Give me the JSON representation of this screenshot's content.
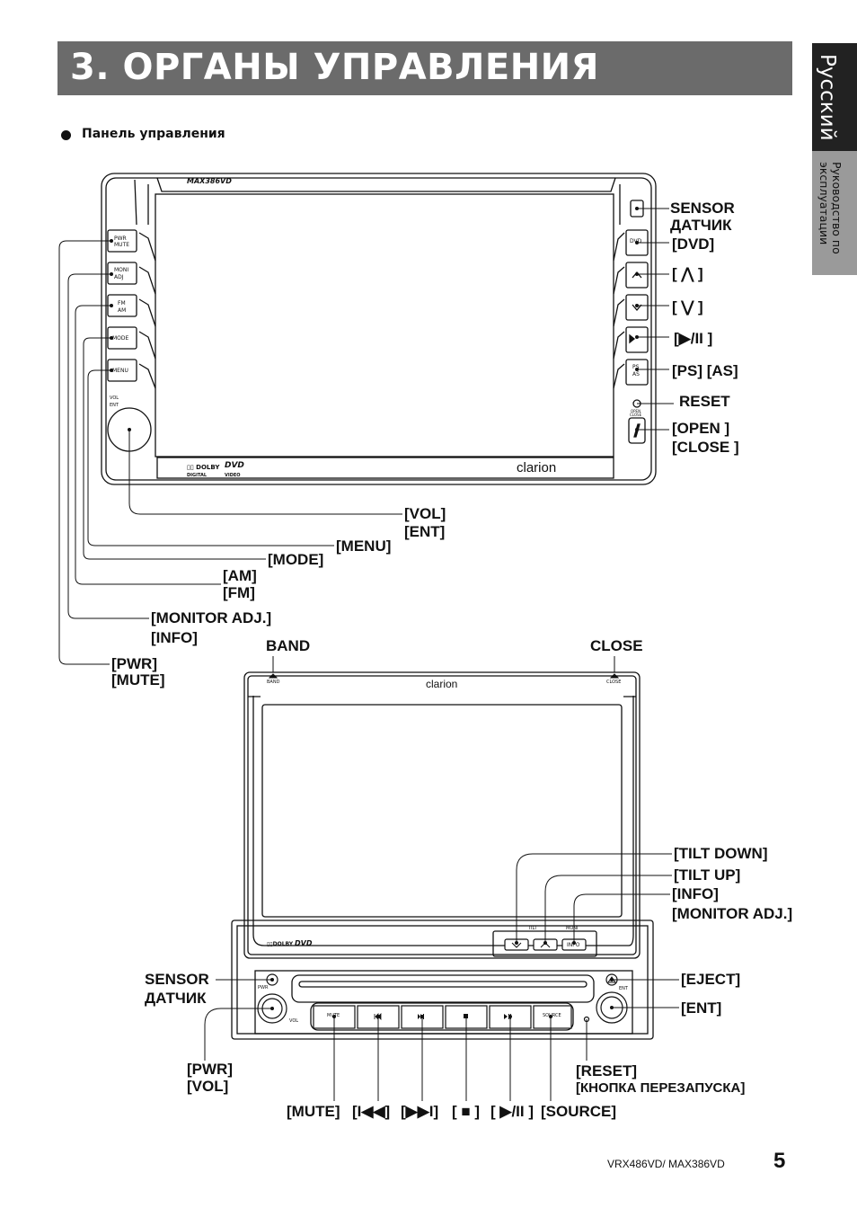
{
  "header": {
    "title": "3. ОРГАНЫ УПРАВЛЕНИЯ",
    "language_tab": "Русский",
    "guide_tab_line1": "Руководство по",
    "guide_tab_line2": "эксплуатации"
  },
  "section": {
    "title": "Панель управления"
  },
  "unit1": {
    "model_badge": "MAX386VD",
    "brand": "clarion",
    "logo_dolby": "DOLBY",
    "logo_dolby_sub": "DIGITAL",
    "logo_dvd": "DVD",
    "logo_dvd_sub": "VIDEO",
    "left_buttons": [
      "PWR",
      "MUTE",
      "MONI",
      "ADJ",
      "FM",
      "AM",
      "MODE",
      "MENU"
    ],
    "knob_label_1": "VOL",
    "knob_label_2": "ENT",
    "right_buttons": [
      "DVD",
      "PS",
      "AS"
    ],
    "open_close_1": "OPEN",
    "open_close_2": "CLOSE",
    "labels": {
      "sensor": "SENSOR",
      "sensor_ru": "ДАТЧИК",
      "dvd": "[DVD]",
      "up": "[ ⋀ ]",
      "down": "[ ⋁ ]",
      "play_pause": "[▶/II ]",
      "ps_as": "[PS] [AS]",
      "reset": "RESET",
      "open": "[OPEN ]",
      "close": "[CLOSE ]",
      "vol": "[VOL]",
      "ent": "[ENT]",
      "menu": "[MENU]",
      "mode": "[MODE]",
      "am": "[AM]",
      "fm": "[FM]",
      "monitor_adj": "[MONITOR ADJ.]",
      "info": "[INFO]",
      "pwr": "[PWR]",
      "mute": "[MUTE]"
    }
  },
  "unit2": {
    "brand": "clarion",
    "band_small": "BAND",
    "close_small": "CLOSE",
    "tilt_small": "TILT",
    "moni_small": "MONI",
    "info_button": "INFO",
    "pwr_small": "PWR",
    "vol_small": "VOL",
    "ent_small": "ENT",
    "bottom_buttons": [
      "MUTE",
      "⏮",
      "⏭",
      "■",
      "⏯",
      "SOURCE"
    ],
    "logo_dolby": "DOLBY",
    "logo_dvd": "DVD",
    "labels": {
      "band": "BAND",
      "close": "CLOSE",
      "tilt_down": "[TILT DOWN]",
      "tilt_up": "[TILT UP]",
      "info": "[INFO]",
      "monitor_adj": "[MONITOR ADJ.]",
      "sensor": "SENSOR",
      "sensor_ru": "ДАТЧИК",
      "eject": "[EJECT]",
      "ent": "[ENT]",
      "pwr": "[PWR]",
      "vol": "[VOL]",
      "reset": "[RESET]",
      "reset_ru": "[КНОПКА ПЕРЕЗАПУСКА]",
      "mute": "[MUTE]",
      "prev": "[I◀◀]",
      "next": "[▶▶I]",
      "stop": "[ ■ ]",
      "play_pause": "[ ▶/II ]",
      "source": "[SOURCE]"
    }
  },
  "footer": {
    "model": "VRX486VD/ MAX386VD",
    "page": "5"
  }
}
